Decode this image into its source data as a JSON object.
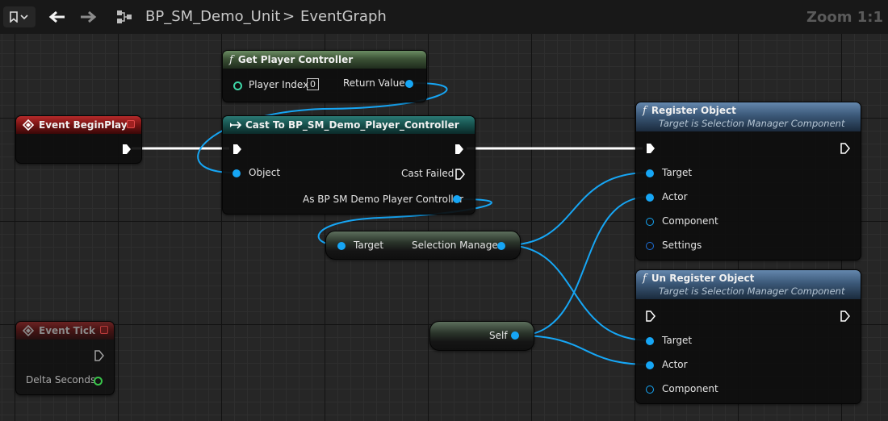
{
  "toolbar": {
    "breadcrumb_blueprint": "BP_SM_Demo_Unit",
    "breadcrumb_separator": ">",
    "breadcrumb_graph": "EventGraph",
    "zoom": "Zoom 1:1"
  },
  "nodes": {
    "get_player_controller": {
      "title": "Get Player Controller",
      "pin_player_index": "Player Index",
      "player_index_value": "0",
      "pin_return_value": "Return Value"
    },
    "event_begin_play": {
      "title": "Event BeginPlay"
    },
    "cast": {
      "title": "Cast To BP_SM_Demo_Player_Controller",
      "pin_object": "Object",
      "pin_cast_failed": "Cast Failed",
      "pin_as": "As BP SM Demo Player Controller"
    },
    "register_object": {
      "title": "Register Object",
      "subtitle": "Target is Selection Manager Component",
      "pin_target": "Target",
      "pin_actor": "Actor",
      "pin_component": "Component",
      "pin_settings": "Settings"
    },
    "unregister_object": {
      "title": "Un Register Object",
      "subtitle": "Target is Selection Manager Component",
      "pin_target": "Target",
      "pin_actor": "Actor",
      "pin_component": "Component"
    },
    "selection_manager_getter": {
      "pin_target": "Target",
      "pin_output": "Selection Manager"
    },
    "self": {
      "pin_output": "Self"
    },
    "event_tick": {
      "title": "Event Tick",
      "pin_delta": "Delta Seconds"
    }
  },
  "colors": {
    "object_pin": "#16a6f5",
    "exec_wire": "#ffffff",
    "function_header": "#4a6a44",
    "event_header": "#8f1a1a",
    "cast_header": "#1d6560",
    "target_function_header": "#4a6a8e"
  }
}
